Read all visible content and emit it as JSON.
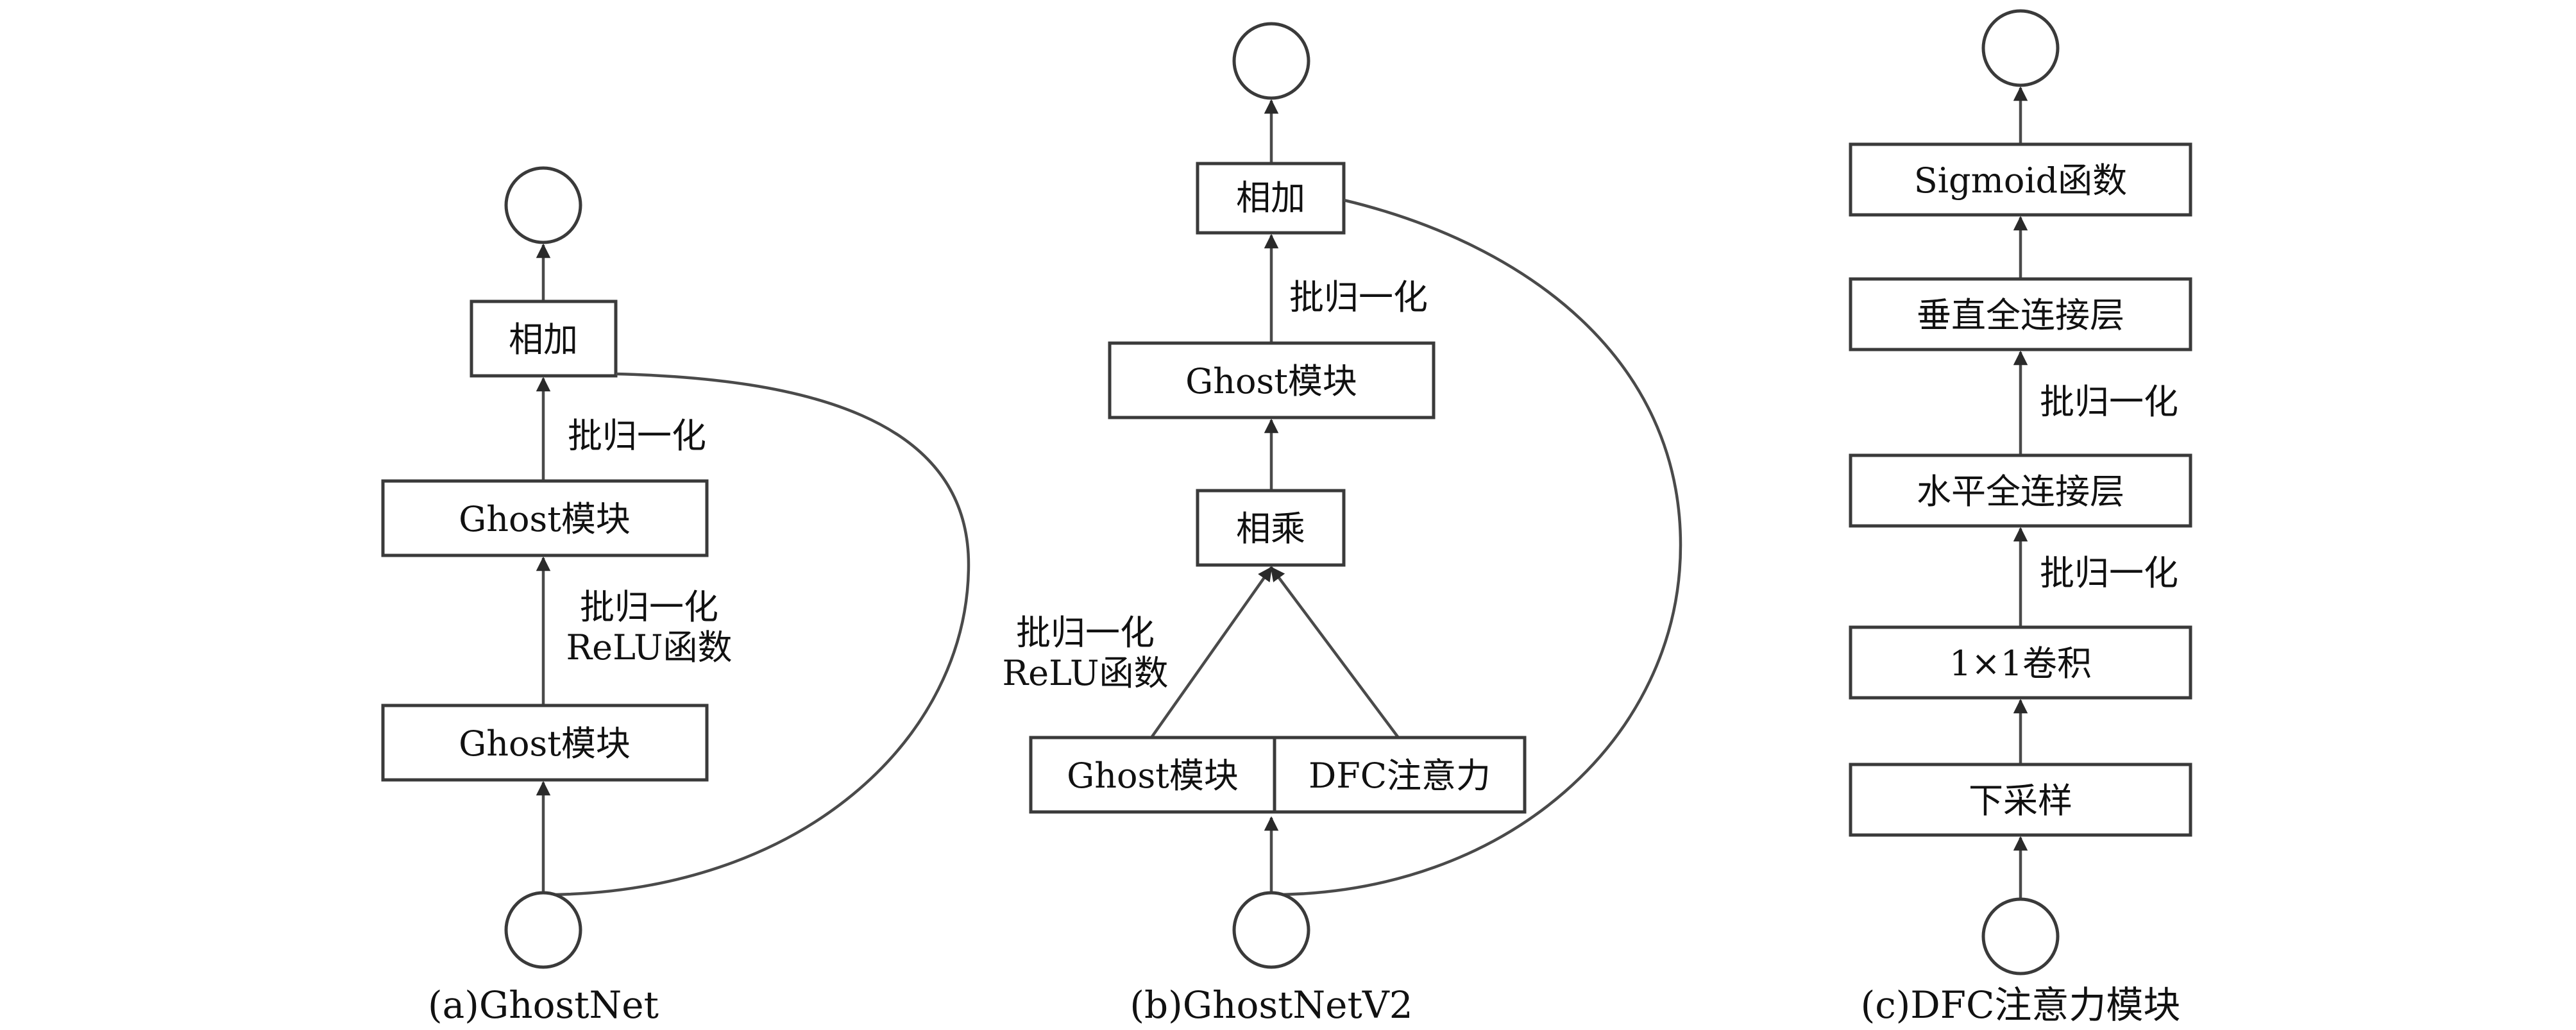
{
  "panel_a": {
    "caption": "(a)GhostNet",
    "add": "相加",
    "bn": "批归一化",
    "ghost_top": "Ghost模块",
    "bn_relu_1": "批归一化",
    "bn_relu_2": "ReLU函数",
    "ghost_bottom": "Ghost模块"
  },
  "panel_b": {
    "caption": "(b)GhostNetV2",
    "add": "相加",
    "bn": "批归一化",
    "ghost_top": "Ghost模块",
    "multiply": "相乘",
    "bn_relu_1": "批归一化",
    "bn_relu_2": "ReLU函数",
    "ghost_bottom": "Ghost模块",
    "dfc": "DFC注意力"
  },
  "panel_c": {
    "caption": "(c)DFC注意力模块",
    "sigmoid": "Sigmoid函数",
    "vertical_fc": "垂直全连接层",
    "bn_1": "批归一化",
    "horizontal_fc": "水平全连接层",
    "bn_2": "批归一化",
    "conv": "1×1卷积",
    "downsample": "下采样"
  },
  "colors": {
    "stroke": "#3a3a3a",
    "text": "#111111",
    "background": "#ffffff"
  }
}
